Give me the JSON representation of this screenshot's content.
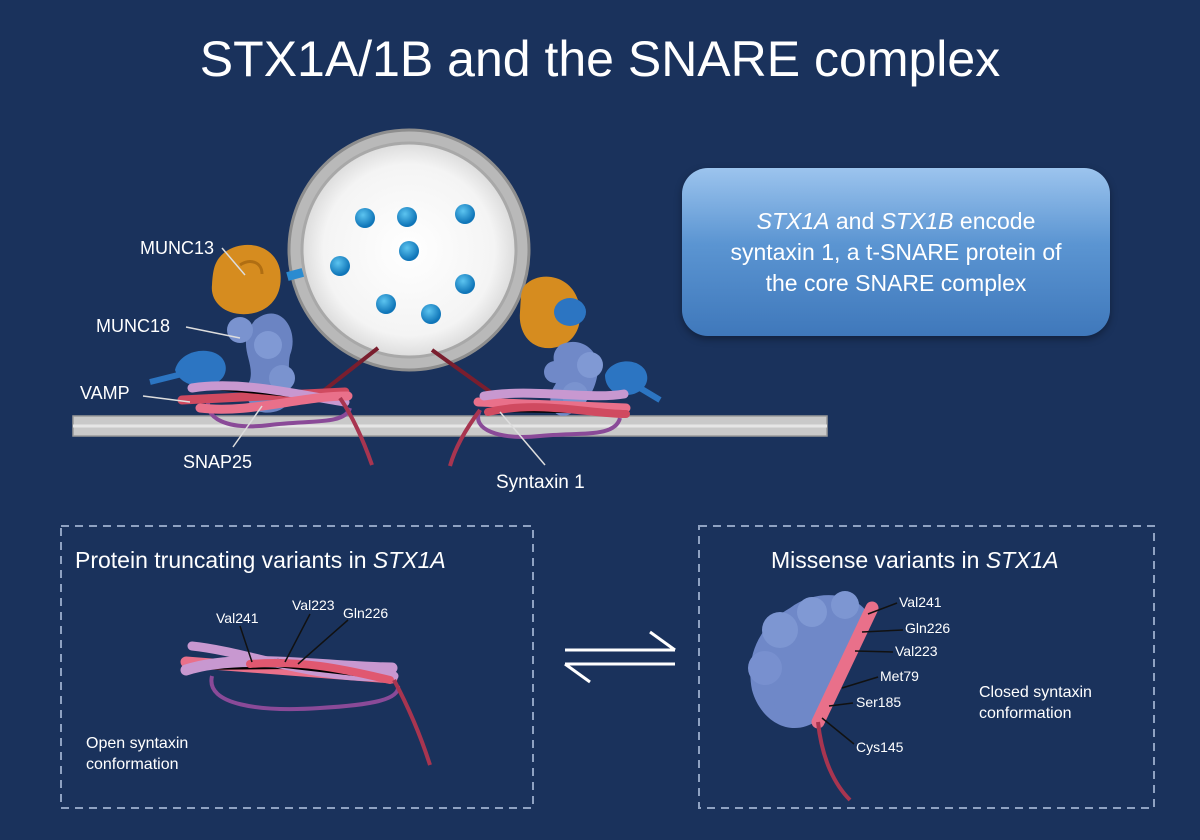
{
  "title": "STX1A/1B and the SNARE complex",
  "infobox": {
    "gene_a": "STX1A",
    "and": " and ",
    "gene_b": "STX1B",
    "rest": " encode syntaxin 1, a t-SNARE protein of the core SNARE complex"
  },
  "diagram_labels": {
    "munc13": "MUNC13",
    "munc18": "MUNC18",
    "vamp": "VAMP",
    "snap25": "SNAP25",
    "syntaxin1": "Syntaxin 1"
  },
  "left_panel": {
    "title_prefix": "Protein truncating variants in ",
    "title_gene": "STX1A",
    "residues": [
      "Val241",
      "Val223",
      "Gln226"
    ],
    "conformation_line1": "Open syntaxin",
    "conformation_line2": "conformation"
  },
  "right_panel": {
    "title_prefix": "Missense variants in ",
    "title_gene": "STX1A",
    "residues": [
      "Val241",
      "Gln226",
      "Val223",
      "Met79",
      "Ser185",
      "Cys145"
    ],
    "conformation_line1": "Closed syntaxin",
    "conformation_line2": "conformation"
  },
  "colors": {
    "background": "#1a325c",
    "membrane": "#c8c8c8",
    "munc13": "#d28a1e",
    "munc18": "#6f88c8",
    "vamp": "#d0485e",
    "snap25": "#8a4a98",
    "syntaxin": "#e8708a",
    "vesicle_dots": "#1a8fd0"
  },
  "icons": [
    "equilibrium-arrows-icon",
    "vesicle-icon"
  ]
}
